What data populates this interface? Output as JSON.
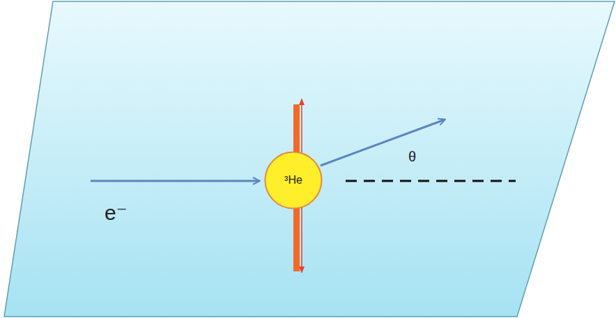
{
  "diagram": {
    "nodes": [
      {
        "text": [
          "³He"
        ]
      }
    ],
    "labels": [
      "e⁻",
      "θ"
    ]
  }
}
